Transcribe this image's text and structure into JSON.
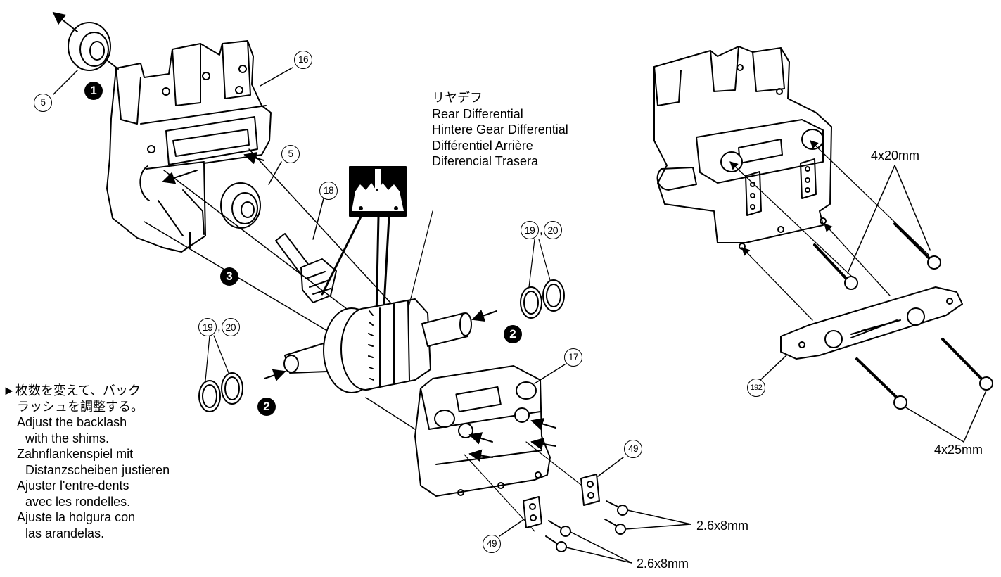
{
  "rear_diff": {
    "ja": "リヤデフ",
    "en": "Rear Differential",
    "de": "Hintere Gear Differential",
    "fr": "Différentiel Arrière",
    "es": "Diferencial Trasera"
  },
  "backlash_note": {
    "ja_1": "►枚数を変えて、バック",
    "ja_2": "ラッシュを調整する。",
    "en_1": "Adjust the backlash",
    "en_2": "with the shims.",
    "de_1": "Zahnflankenspiel mit",
    "de_2": "Distanzscheiben justieren",
    "fr_1": "Ajuster l'entre-dents",
    "fr_2": "avec les rondelles.",
    "es_1": "Ajuste la holgura con",
    "es_2": "las arandelas."
  },
  "part_numbers": {
    "p5a": "5",
    "p5b": "5",
    "p16": "16",
    "p17": "17",
    "p18": "18",
    "p19a": "19",
    "p20a": "20",
    "p19b": "19",
    "p20b": "20",
    "p49a": "49",
    "p49b": "49",
    "p192": "192",
    "pair_sep": ","
  },
  "steps": {
    "s1": "1",
    "s2a": "2",
    "s2b": "2",
    "s3": "3"
  },
  "screw_labels": {
    "s4x20": "4x20mm",
    "s4x25": "4x25mm",
    "s26x8a": "2.6x8mm",
    "s26x8b": "2.6x8mm"
  },
  "icons": [
    "backlash-gear-mesh-icon",
    "assembly-direction-arrow-icon"
  ],
  "colors": {
    "line": "#000000",
    "background": "#ffffff"
  }
}
